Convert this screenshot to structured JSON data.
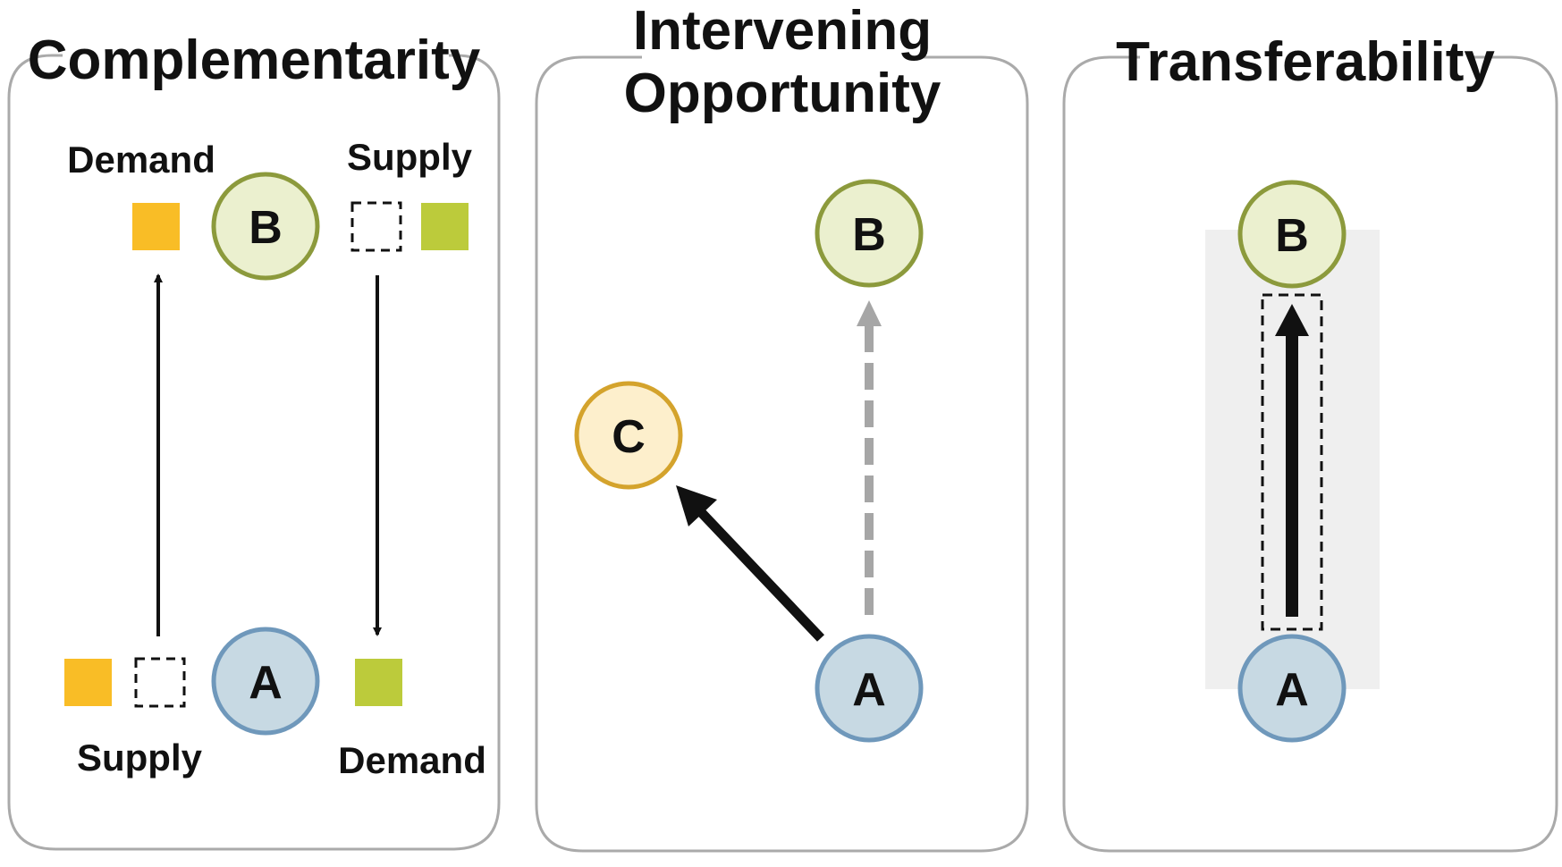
{
  "colors": {
    "panel_border": "#aaaaaa",
    "node_a_fill": "#c7d9e3",
    "node_a_stroke": "#6f98bb",
    "node_b_fill": "#ebf0cf",
    "node_b_stroke": "#8c9a3c",
    "node_c_fill": "#fdefcc",
    "node_c_stroke": "#d4a32c",
    "supply_demand_orange": "#f9bd26",
    "supply_demand_green": "#bccb3b",
    "dashed_gray_arrow": "#a6a6a6",
    "highlight_band": "#efefef"
  },
  "panels": {
    "complementarity": {
      "title": "Complementarity",
      "top_left_label": "Demand",
      "top_right_label": "Supply",
      "bottom_left_label": "Supply",
      "bottom_right_label": "Demand",
      "node_top": "B",
      "node_bottom": "A"
    },
    "intervening": {
      "title_line1": "Intervening",
      "title_line2": "Opportunity",
      "node_top": "B",
      "node_mid": "C",
      "node_bottom": "A"
    },
    "transferability": {
      "title": "Transferability",
      "node_top": "B",
      "node_bottom": "A"
    }
  }
}
